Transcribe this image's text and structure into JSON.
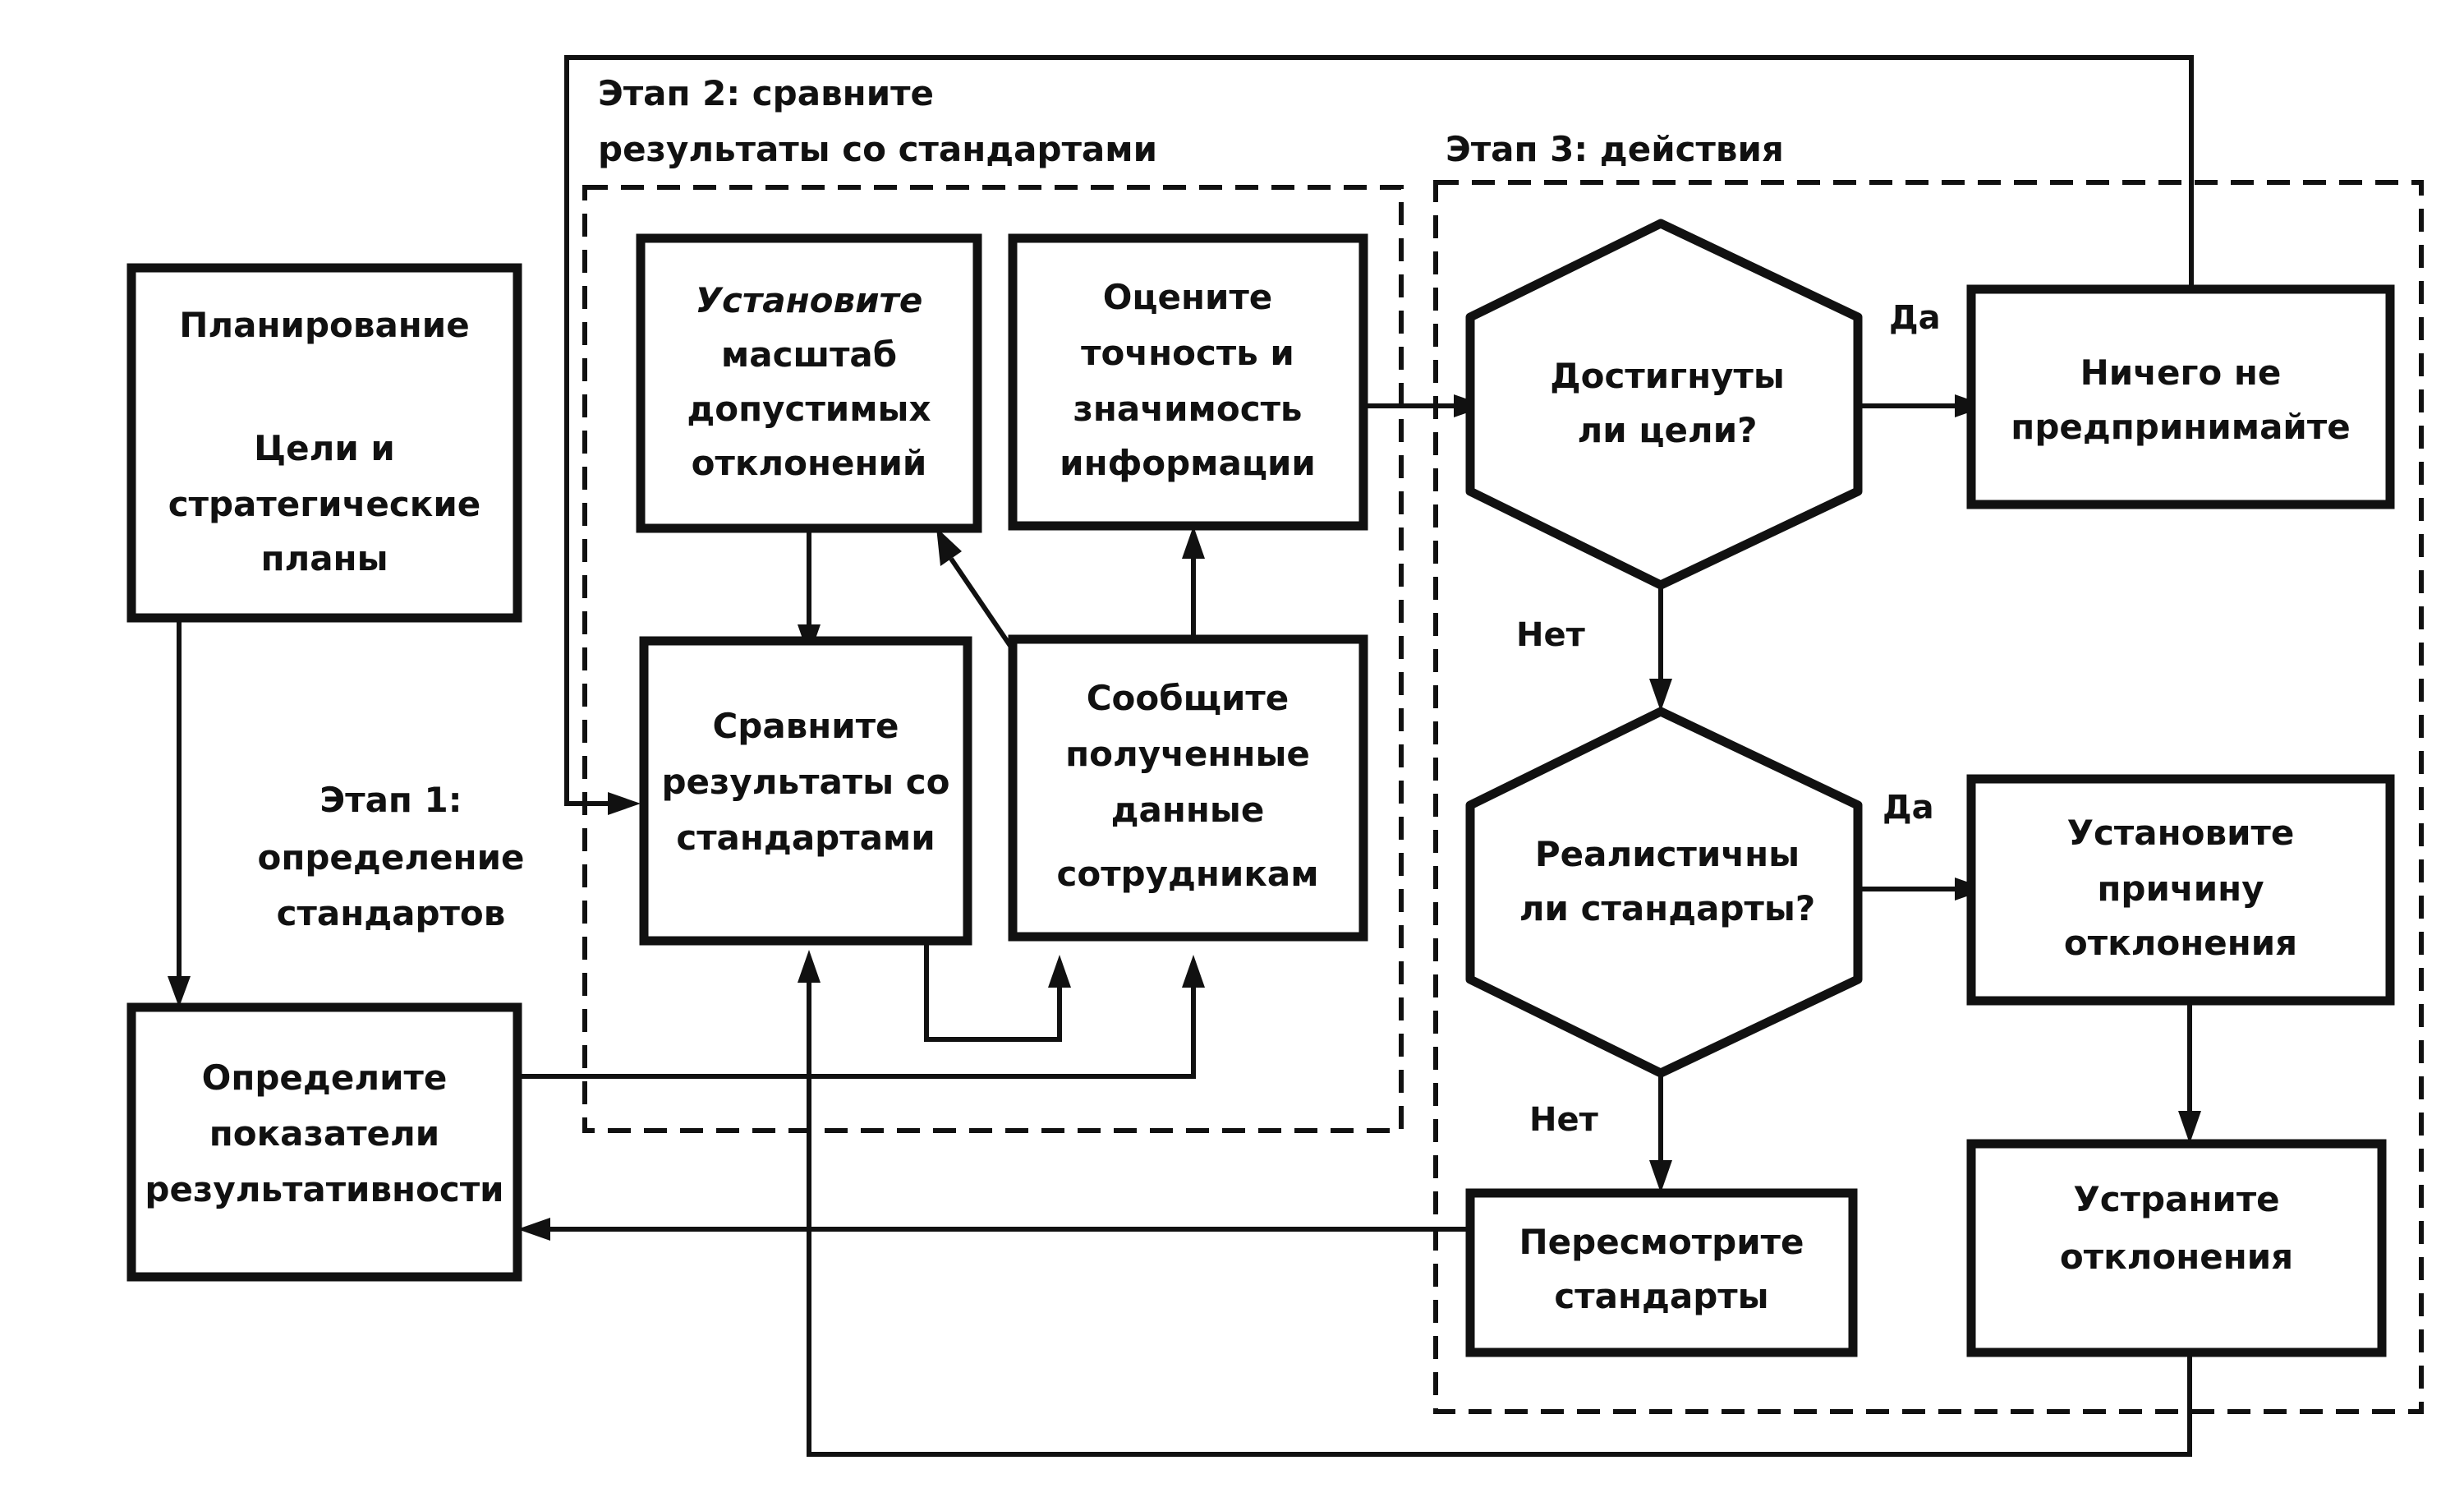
{
  "stages": {
    "stage1": [
      "Этап 1:",
      "определение",
      "стандартов"
    ],
    "stage2": [
      "Этап 2: сравните",
      "результаты со стандартами"
    ],
    "stage3": [
      "Этап 3: действия"
    ]
  },
  "boxes": {
    "planning": {
      "title": "Планирование",
      "lines": [
        "Цели и",
        "стратегические",
        "планы"
      ]
    },
    "define_indicators": {
      "lines": [
        "Определите",
        "показатели",
        "результативности"
      ]
    },
    "set_scale": {
      "lines": [
        "Установите",
        "масштаб",
        "допустимых",
        "отклонений"
      ]
    },
    "evaluate_info": {
      "lines": [
        "Оцените",
        "точность и",
        "значимость",
        "информации"
      ]
    },
    "compare_results": {
      "lines": [
        "Сравните",
        "результаты со",
        "стандартами"
      ]
    },
    "report_data": {
      "lines": [
        "Сообщите",
        "полученные",
        "данные",
        "сотрудникам"
      ]
    },
    "goals_reached": {
      "lines": [
        "Достигнуты",
        "ли цели?"
      ]
    },
    "standards_realistic": {
      "lines": [
        "Реалистичны",
        "ли стандарты?"
      ]
    },
    "do_nothing": {
      "lines": [
        "Ничего не",
        "предпринимайте"
      ]
    },
    "find_cause": {
      "lines": [
        "Установите",
        "причину",
        "отклонения"
      ]
    },
    "revise_standards": {
      "lines": [
        "Пересмотрите",
        "стандарты"
      ]
    },
    "fix_deviations": {
      "lines": [
        "Устраните",
        "отклонения"
      ]
    }
  },
  "edge_labels": {
    "yes_1": "Да",
    "no_1": "Нет",
    "yes_2": "Да",
    "no_2": "Нет"
  }
}
